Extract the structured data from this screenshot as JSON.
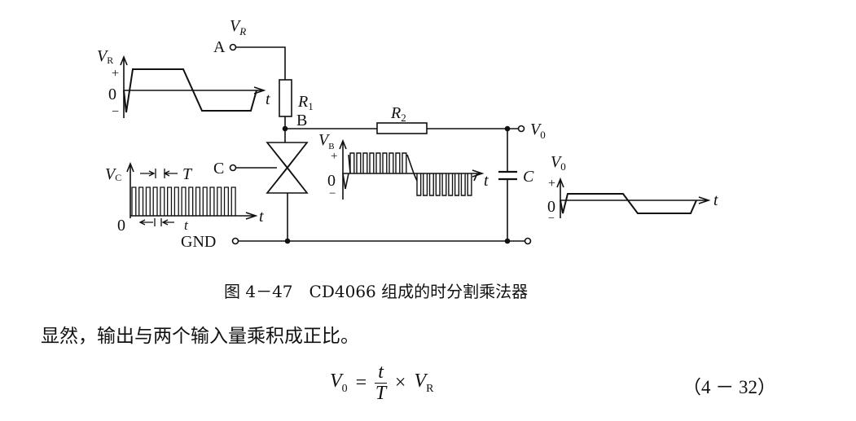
{
  "figure": {
    "labels": {
      "terminal_a": "A",
      "terminal_b": "B",
      "terminal_c": "C",
      "gnd": "GND",
      "vr_top": "V",
      "vr_top_sub": "R",
      "r1": "R",
      "r1_sub": "1",
      "r2": "R",
      "r2_sub": "2",
      "cap": "C",
      "v0_out": "V",
      "v0_out_sub": "0"
    },
    "waveforms": {
      "vr": {
        "name": "V",
        "sub": "R",
        "plus": "+",
        "zero": "0",
        "minus": "−",
        "t": "t"
      },
      "vc": {
        "name": "V",
        "sub": "C",
        "period": "T",
        "zero": "0",
        "t": "t",
        "pulse_t": "t",
        "pulses": 15
      },
      "vb": {
        "name": "V",
        "sub": "B",
        "plus": "+",
        "zero": "0",
        "minus": "−",
        "t": "t",
        "pulses": 9
      },
      "v0": {
        "name": "V",
        "sub": "0",
        "plus": "+",
        "zero": "0",
        "minus": "−",
        "t": "t"
      }
    },
    "caption": "图 4－47　CD4066 组成的时分割乘法器"
  },
  "body_text": "显然，输出与两个输入量乘积成正比。",
  "equation": {
    "lhs": "V",
    "lhs_sub": "0",
    "eq": "=",
    "num": "t",
    "den": "T",
    "times": "×",
    "rhs": "V",
    "rhs_sub": "R",
    "number": "（4 － 32）"
  }
}
